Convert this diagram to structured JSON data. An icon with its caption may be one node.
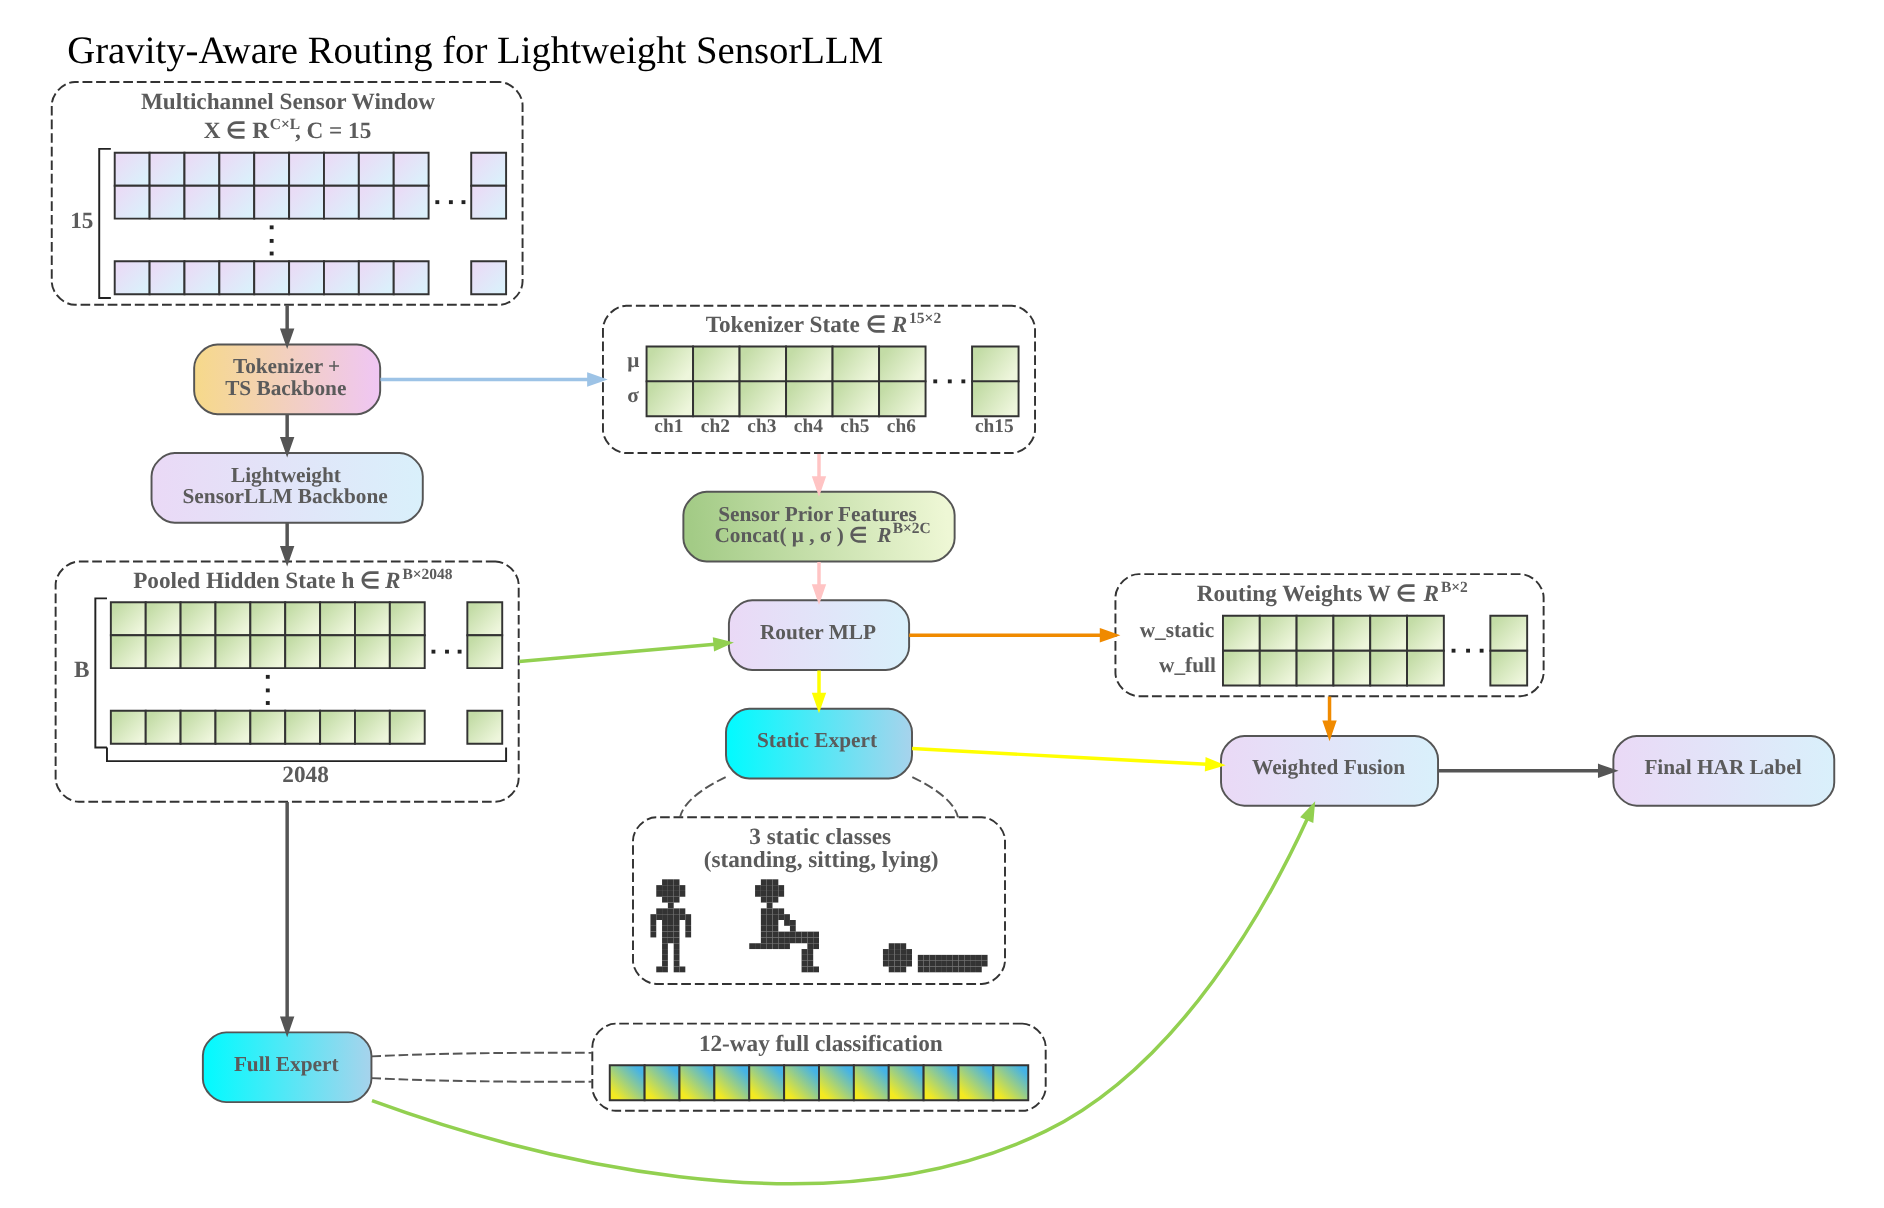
{
  "diagram": {
    "title": "Gravity-Aware Routing for Lightweight SensorLLM",
    "nodes": [
      {
        "text": [
          "Multichannel Sensor Window",
          "X ∈ R$^{C×L}$, C = 15",
          "15"
        ]
      },
      {
        "text": [
          "Tokenizer + TS Backbone"
        ]
      },
      {
        "text": [
          "Lightweight SensorLLM Backbone"
        ]
      },
      {
        "text": [
          "Pooled Hidden State h ∈ *R*$^{B×2048}$",
          "B",
          "2048"
        ]
      },
      {
        "text": [
          "Full Expert"
        ]
      },
      {
        "text": [
          "12-way full classification"
        ]
      },
      {
        "text": [
          "Tokenizer State ∈ *R*$^{15×2}$",
          "μ",
          "σ",
          "ch1",
          "ch2",
          "ch3",
          "ch4",
          "ch5",
          "ch6",
          "ch15"
        ]
      },
      {
        "text": [
          "Sensor Prior Features",
          "Concat( μ , σ ) ∈ *R*$^{B×2C}$"
        ]
      },
      {
        "text": [
          "Router MLP"
        ]
      },
      {
        "text": [
          "Static Expert"
        ]
      },
      {
        "text": [
          "3 static classes (standing, sitting, lying)"
        ]
      },
      {
        "text": [
          "Routing Weights W ∈ *R*$^{B×2}$",
          "w_static",
          "w_full"
        ]
      },
      {
        "text": [
          "Weighted Fusion"
        ]
      },
      {
        "text": [
          "Final HAR Label"
        ]
      }
    ],
    "edges": [
      {
        "from": 0,
        "to": 1,
        "arrow": "to"
      },
      {
        "from": 1,
        "to": 2,
        "arrow": "to"
      },
      {
        "from": 2,
        "to": 3,
        "arrow": "to"
      },
      {
        "from": 3,
        "to": 4,
        "arrow": "to"
      },
      {
        "from": 1,
        "to": 6,
        "arrow": "to",
        "color": "#9dc3e6"
      },
      {
        "from": 6,
        "to": 7,
        "arrow": "to",
        "color": "#ffc4c4"
      },
      {
        "from": 7,
        "to": 8,
        "arrow": "to",
        "color": "#ffc4c4"
      },
      {
        "from": 3,
        "to": 8,
        "arrow": "to",
        "color": "#92d050"
      },
      {
        "from": 8,
        "to": 11,
        "arrow": "to",
        "color": "#f08a00"
      },
      {
        "from": 8,
        "to": 9,
        "arrow": "to",
        "color": "#ffff00"
      },
      {
        "from": 11,
        "to": 12,
        "arrow": "to",
        "color": "#f08a00"
      },
      {
        "from": 9,
        "to": 12,
        "arrow": "to",
        "color": "#ffff00"
      },
      {
        "from": 4,
        "to": 12,
        "arrow": "to",
        "color": "#92d050"
      },
      {
        "from": 12,
        "to": 13,
        "arrow": "to"
      },
      {
        "from": 4,
        "to": 5,
        "arrow": "none",
        "style": "dashed"
      },
      {
        "from": 4,
        "to": 5,
        "arrow": "none",
        "style": "dashed"
      },
      {
        "from": 9,
        "to": 10,
        "arrow": "none",
        "style": "dashed"
      },
      {
        "from": 9,
        "to": 10,
        "arrow": "none",
        "style": "dashed"
      }
    ]
  }
}
